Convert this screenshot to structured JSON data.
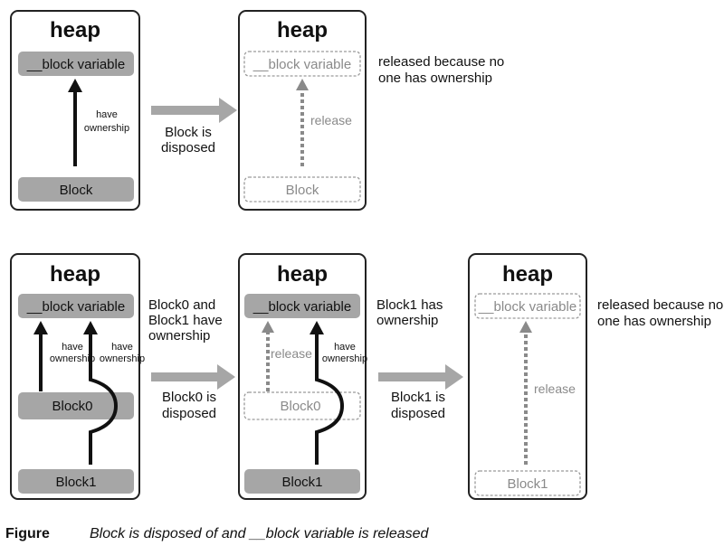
{
  "panels": {
    "top_left": {
      "title": "heap",
      "var_chip": "__block variable",
      "block_chip": "Block",
      "arrow_label": [
        "have",
        "ownership"
      ]
    },
    "top_right": {
      "title": "heap",
      "var_chip": "__block variable",
      "block_chip": "Block",
      "release_label": "release",
      "note": [
        "released because no",
        "one has ownership"
      ]
    },
    "bottom_left": {
      "title": "heap",
      "var_chip": "__block variable",
      "block0_chip": "Block0",
      "block1_chip": "Block1",
      "arrow_label_left": [
        "have",
        "ownership"
      ],
      "arrow_label_right": [
        "have",
        "ownership"
      ]
    },
    "bottom_middle": {
      "title": "heap",
      "var_chip": "__block variable",
      "block0_chip": "Block0",
      "block1_chip": "Block1",
      "release_label": "release",
      "arrow_label_right": [
        "have",
        "ownership"
      ]
    },
    "bottom_right": {
      "title": "heap",
      "var_chip": "__block variable",
      "block1_chip": "Block1",
      "release_label": "release",
      "note": [
        "released because no",
        "one has ownership"
      ]
    }
  },
  "transitions": {
    "top": [
      "Block is",
      "disposed"
    ],
    "bottom_first_note": [
      "Block0 and",
      "Block1 have",
      "ownership"
    ],
    "bottom_first": [
      "Block0 is",
      "disposed"
    ],
    "bottom_second_note": [
      "Block1 has",
      "ownership"
    ],
    "bottom_second": [
      "Block1 is",
      "disposed"
    ]
  },
  "caption": {
    "label": "Figure",
    "text": "Block is disposed of and __block variable is released"
  },
  "colors": {
    "chip_fill": "#a6a6a6",
    "faded": "#8a8a8a",
    "transition_arrow": "#a6a6a6",
    "ink": "#111111"
  }
}
